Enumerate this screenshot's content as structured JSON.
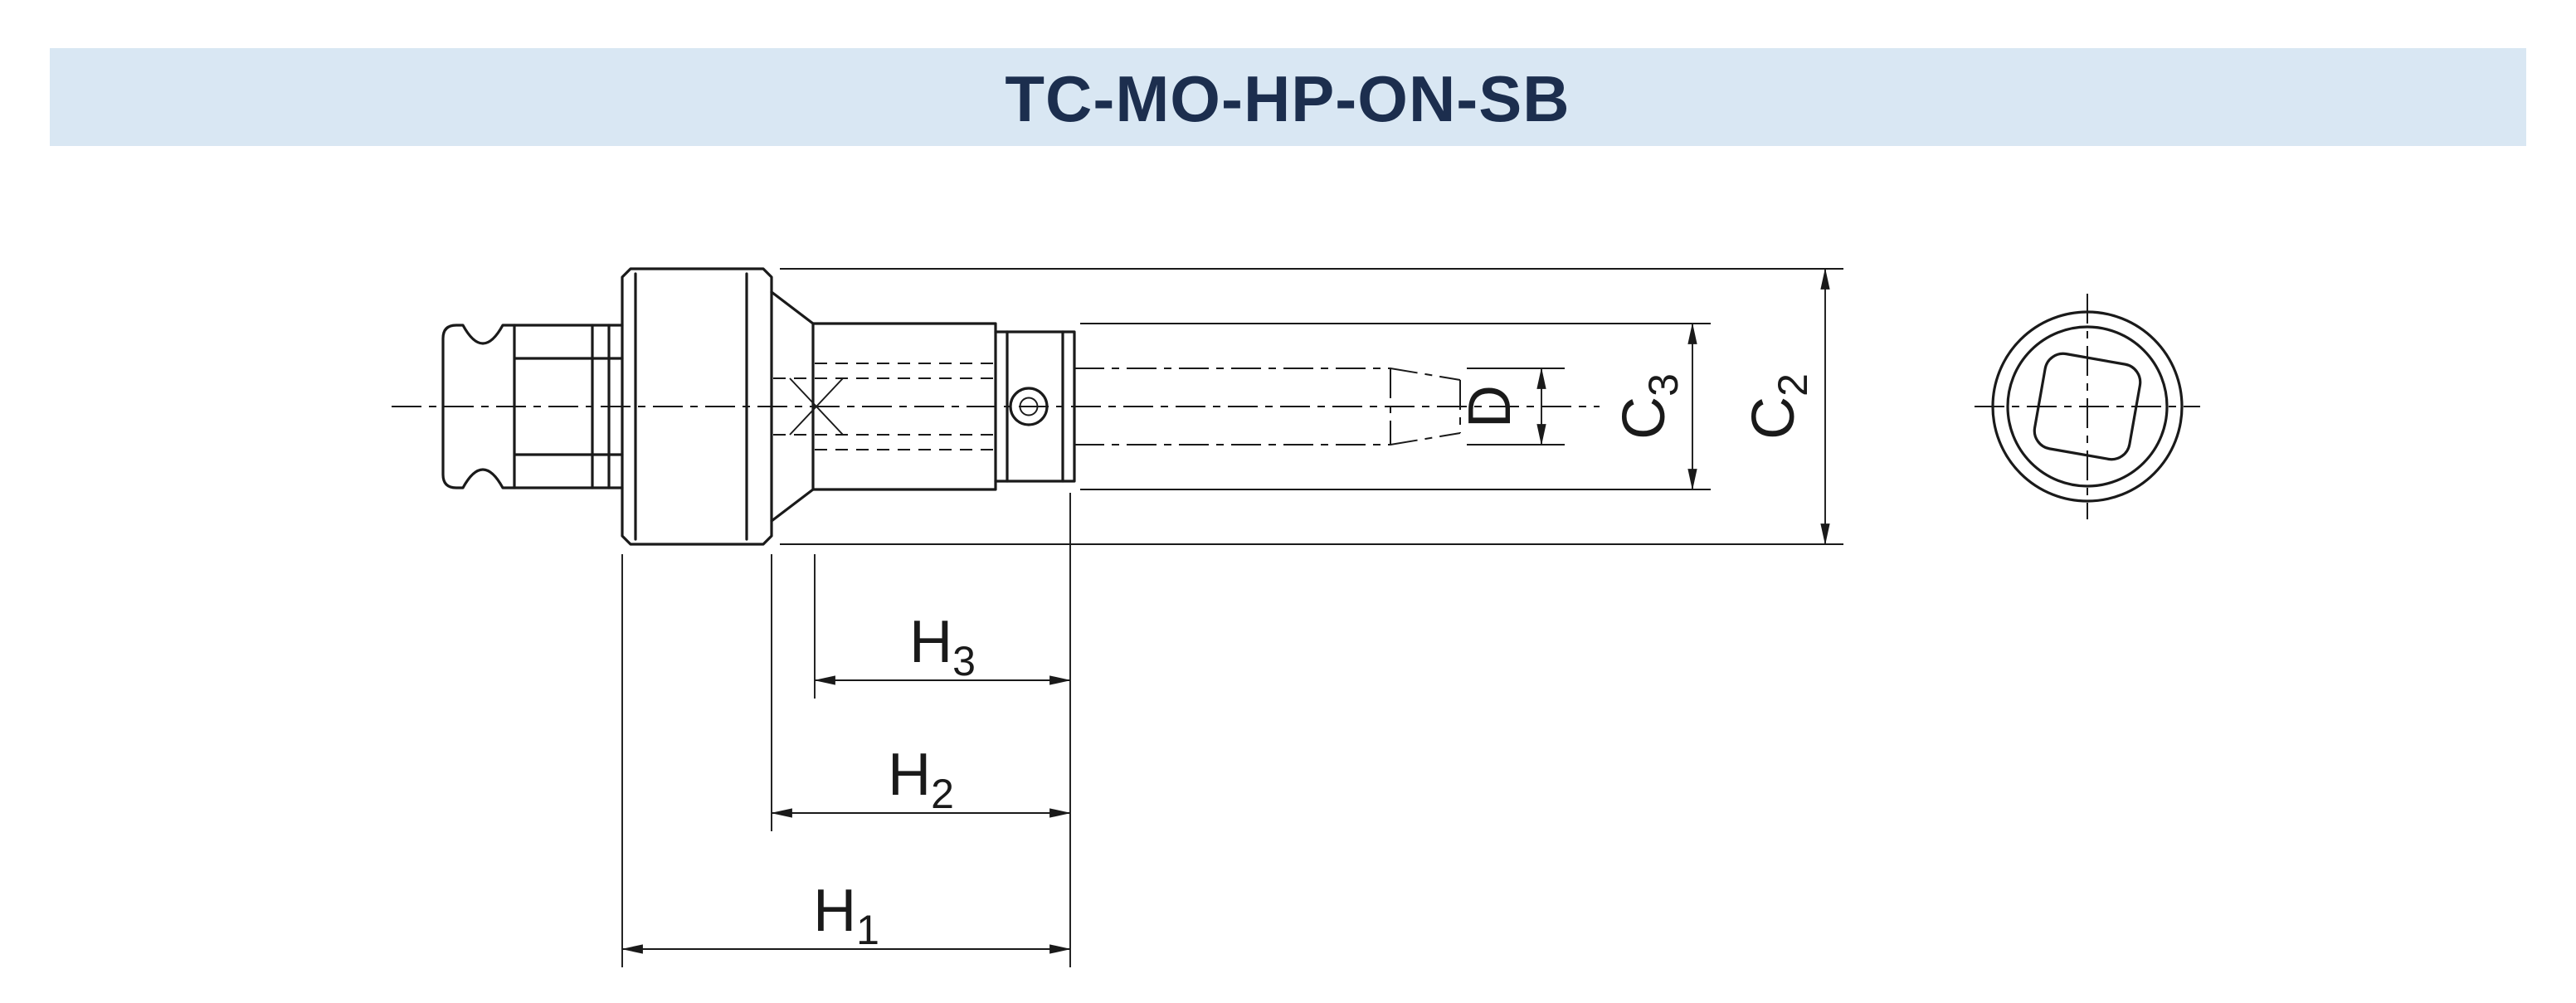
{
  "title": "TC-MO-HP-ON-SB",
  "colors": {
    "band_bg": "#d9e7f3",
    "title_text": "#1c2e4e",
    "line": "#1a1a1a"
  },
  "labels": {
    "h1": {
      "base": "H",
      "sub": "1"
    },
    "h2": {
      "base": "H",
      "sub": "2"
    },
    "h3": {
      "base": "H",
      "sub": "3"
    },
    "c2": {
      "base": "C",
      "sub": "2"
    },
    "c3": {
      "base": "C",
      "sub": "3"
    },
    "d": {
      "base": "D"
    }
  }
}
